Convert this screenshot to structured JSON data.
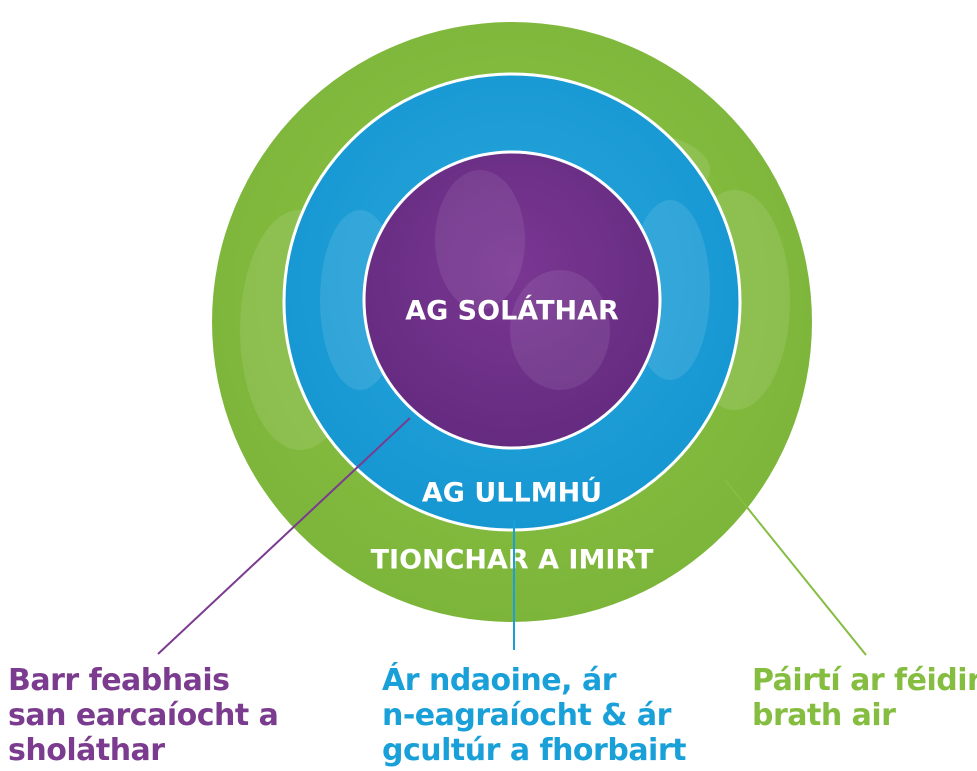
{
  "rings": {
    "outer_label": "TIONCHAR A IMIRT",
    "middle_label": "AG ULLMHÚ",
    "inner_label": "AG SOLÁTHAR"
  },
  "callouts": {
    "delivering": [
      "Barr feabhais",
      "san earcaíocht a",
      "sholáthar"
    ],
    "preparing": [
      "Ár ndaoine, ár",
      "n-eagraíocht & ár",
      "gcultúr a fhorbairt"
    ],
    "influencing": [
      "Páirtí ar féidir",
      "brath air"
    ]
  },
  "colors": {
    "green": "#84bd3f",
    "blue": "#1aa0d8",
    "purple": "#6e2f8a",
    "purple_text": "#7b3b8f",
    "white": "#ffffff"
  }
}
